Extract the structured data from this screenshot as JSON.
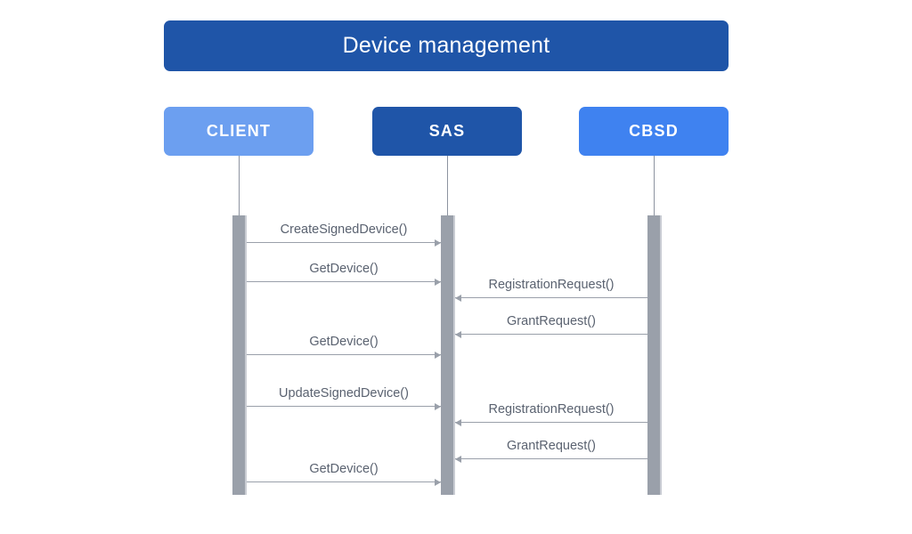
{
  "diagram": {
    "title": "Device management",
    "title_color": "#1F55A8",
    "activation_color": "#9AA0AA",
    "line_color": "#9AA0AA",
    "label_color": "#5a6270",
    "participants": [
      {
        "name": "CLIENT",
        "color": "#6C9FF0"
      },
      {
        "name": "SAS",
        "color": "#1F55A8"
      },
      {
        "name": "CBSD",
        "color": "#3F82F0"
      }
    ],
    "messages": [
      {
        "label": "CreateSignedDevice()",
        "from": "CLIENT",
        "to": "SAS",
        "direction": "right"
      },
      {
        "label": "GetDevice()",
        "from": "CLIENT",
        "to": "SAS",
        "direction": "right"
      },
      {
        "label": "RegistrationRequest()",
        "from": "CBSD",
        "to": "SAS",
        "direction": "left"
      },
      {
        "label": "GrantRequest()",
        "from": "CBSD",
        "to": "SAS",
        "direction": "left"
      },
      {
        "label": "GetDevice()",
        "from": "CLIENT",
        "to": "SAS",
        "direction": "right"
      },
      {
        "label": "UpdateSignedDevice()",
        "from": "CLIENT",
        "to": "SAS",
        "direction": "right"
      },
      {
        "label": "RegistrationRequest()",
        "from": "CBSD",
        "to": "SAS",
        "direction": "left"
      },
      {
        "label": "GrantRequest()",
        "from": "CBSD",
        "to": "SAS",
        "direction": "left"
      },
      {
        "label": "GetDevice()",
        "from": "CLIENT",
        "to": "SAS",
        "direction": "right"
      }
    ]
  }
}
